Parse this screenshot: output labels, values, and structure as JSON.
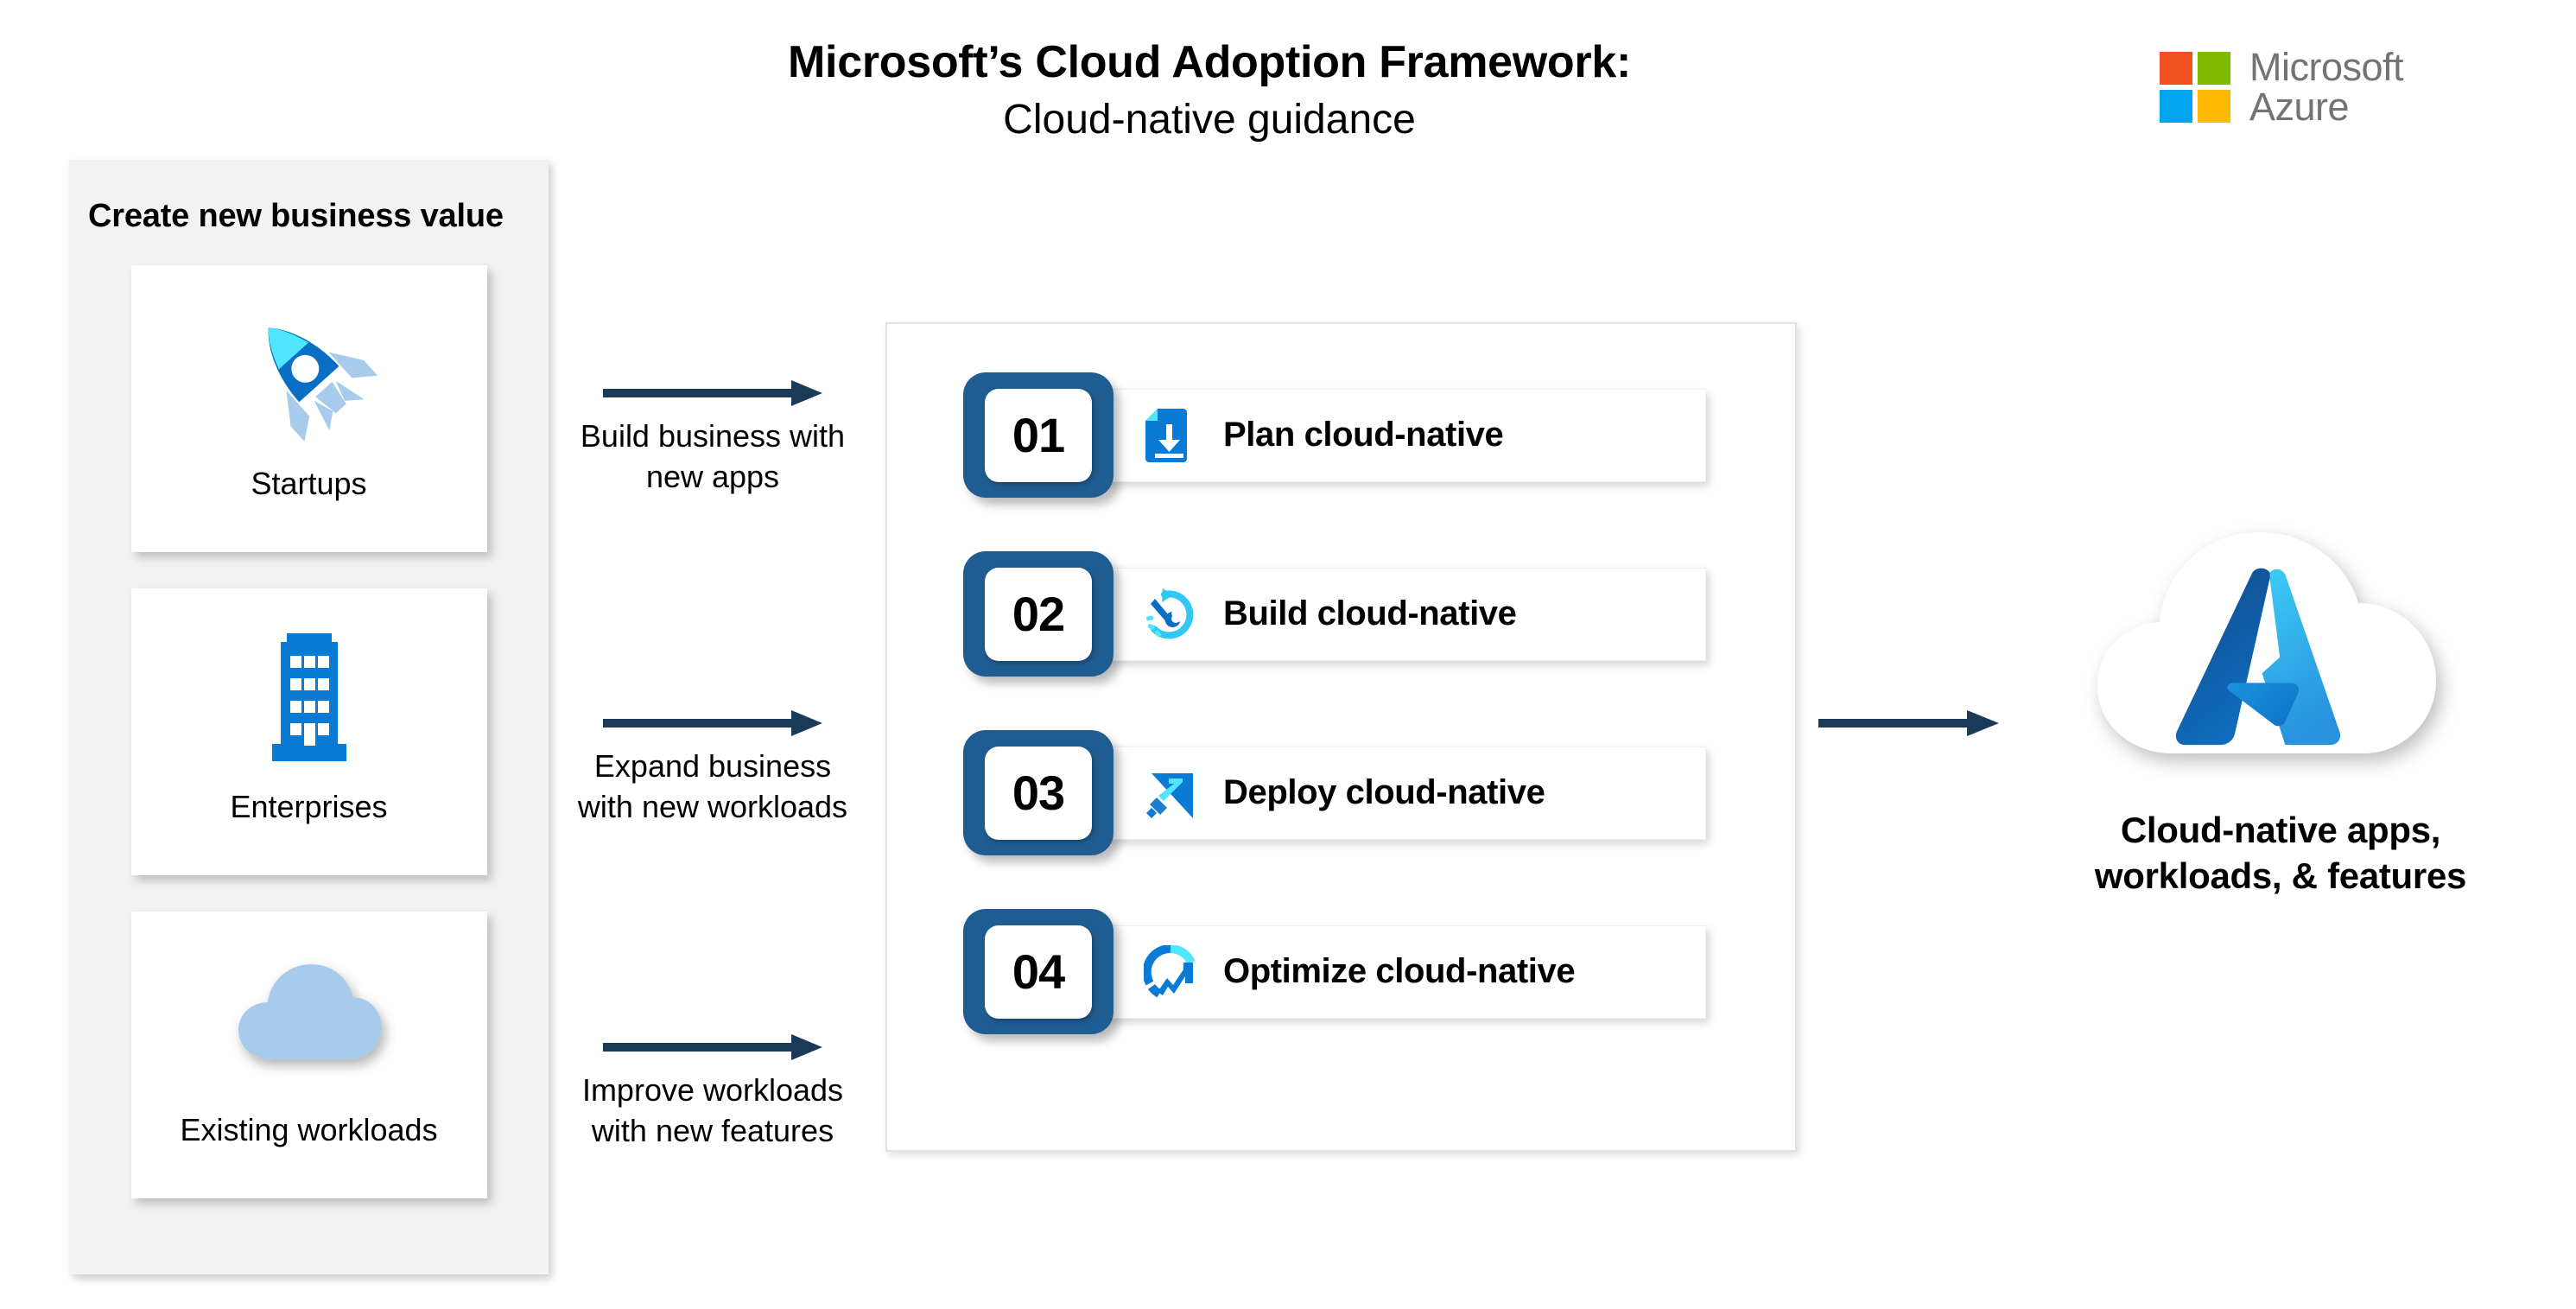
{
  "title": {
    "line1": "Microsoft’s Cloud Adoption Framework:",
    "line2": "Cloud-native guidance"
  },
  "brand": {
    "name_line1": "Microsoft",
    "name_line2": "Azure",
    "logo_icon": "microsoft-logo-icon",
    "colors": {
      "red": "#f25022",
      "green": "#7fba00",
      "blue": "#00a4ef",
      "yellow": "#ffb900"
    }
  },
  "sidebar": {
    "heading": "Create new business value",
    "background": "#f2f2f2",
    "cards": [
      {
        "label": "Startups",
        "icon": "rocket-icon"
      },
      {
        "label": "Enterprises",
        "icon": "office-building-icon"
      },
      {
        "label": "Existing workloads",
        "icon": "cloud-icon"
      }
    ]
  },
  "arrows": [
    {
      "label": "Build business with new apps",
      "icon": "arrow-right-icon"
    },
    {
      "label": "Expand business with new workloads",
      "icon": "arrow-right-icon"
    },
    {
      "label": "Improve workloads with new features",
      "icon": "arrow-right-icon"
    }
  ],
  "steps_panel": {
    "steps": [
      {
        "number": "01",
        "label": "Plan cloud-native",
        "icon": "document-download-icon"
      },
      {
        "number": "02",
        "label": "Build cloud-native",
        "icon": "wrench-refresh-icon"
      },
      {
        "number": "03",
        "label": "Deploy cloud-native",
        "icon": "launch-arrow-icon"
      },
      {
        "number": "04",
        "label": "Optimize cloud-native",
        "icon": "donut-trend-up-icon"
      }
    ],
    "badge_color": "#1f5c91"
  },
  "outcome": {
    "arrow_icon": "arrow-right-icon",
    "cloud_icon": "azure-cloud-icon",
    "caption": "Cloud-native apps, workloads, & features"
  },
  "colors": {
    "arrow_navy": "#1b3a57",
    "azure_blue": "#0078d4",
    "azure_cyan": "#50e6ff",
    "badge_blue": "#1f5c91",
    "light_blue": "#a9cbeb"
  }
}
